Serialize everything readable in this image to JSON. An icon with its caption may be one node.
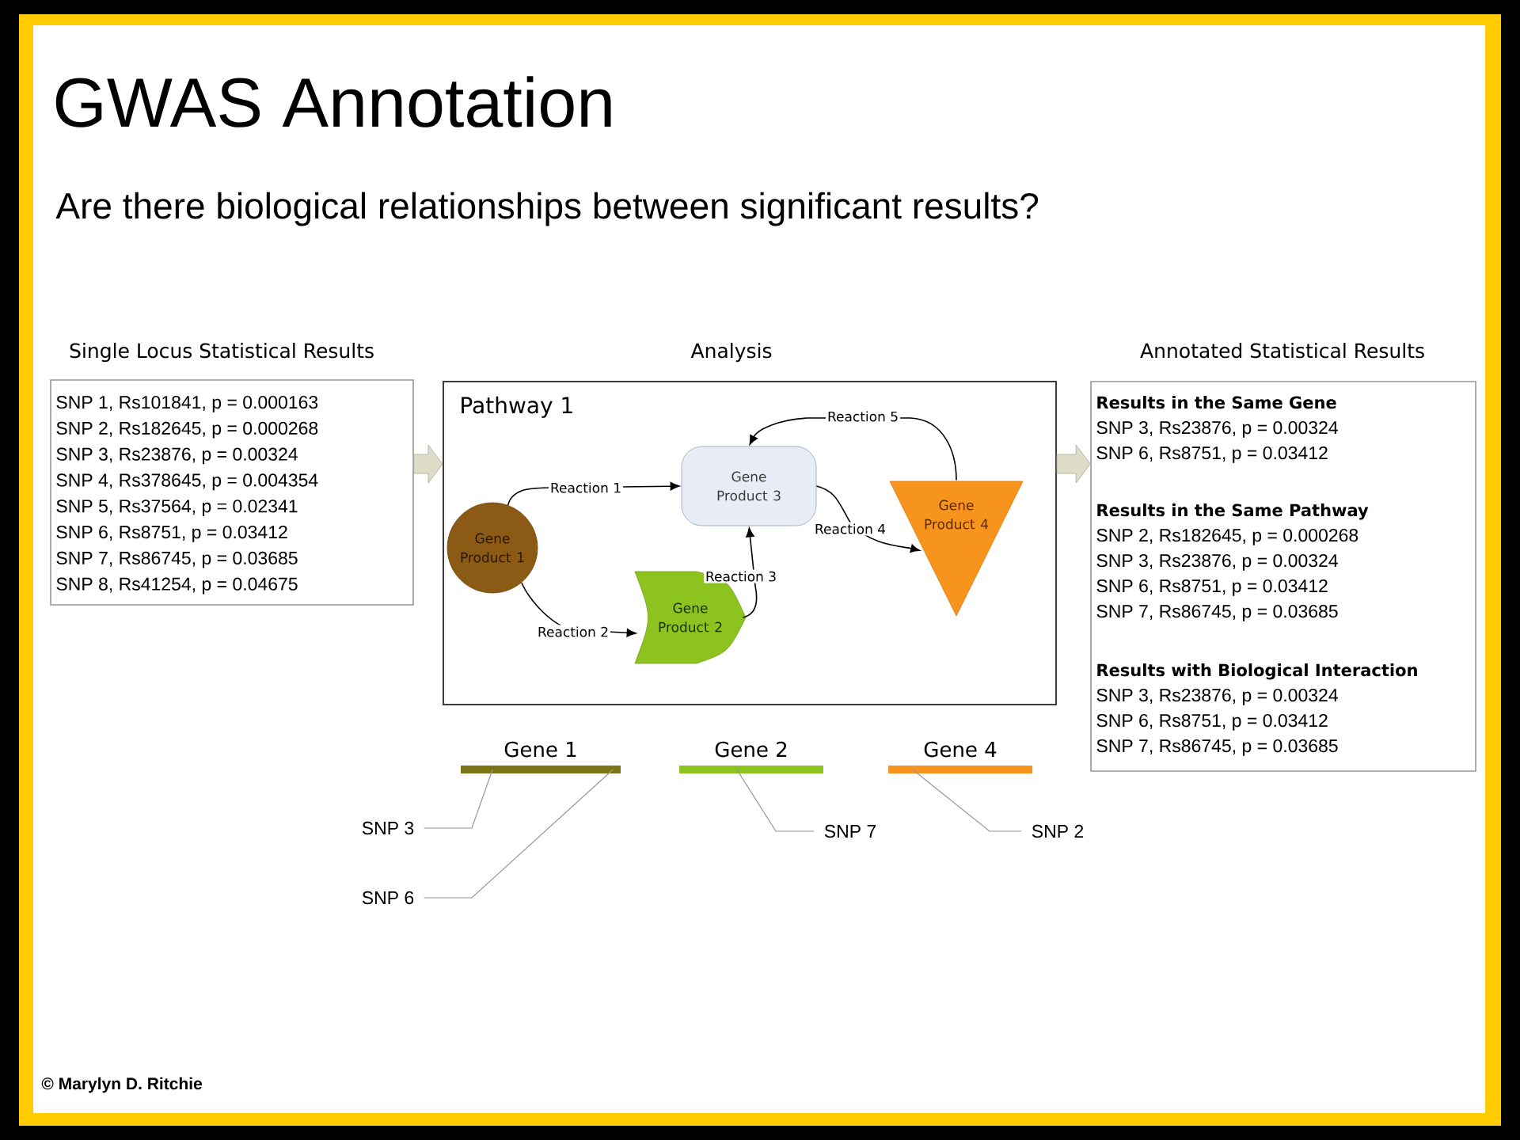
{
  "diagram": {
    "title": "GWAS Annotation",
    "nodes": [
      {
        "text": [
          "Single Locus Statistical Results",
          "SNP 1, Rs101841, p = 0.000163",
          "SNP 2, Rs182645, p = 0.000268",
          "SNP 3, Rs23876,   p = 0.00324",
          "SNP 4, Rs378645, p = 0.004354",
          "SNP 5, Rs37564,   p = 0.02341",
          "SNP 6, Rs8751,     p = 0.03412",
          "SNP 7, Rs86745,   p =  0.03685",
          "SNP 8, Rs41254,   p = 0.04675"
        ]
      },
      {
        "text": [
          "Analysis",
          "Pathway 1"
        ]
      },
      {
        "text": [
          "Gene Product 1"
        ],
        "in": 1
      },
      {
        "text": [
          "Gene Product 2"
        ],
        "in": 1
      },
      {
        "text": [
          "Gene Product 3"
        ],
        "in": 1
      },
      {
        "text": [
          "Gene Product 4"
        ],
        "in": 1
      },
      {
        "text": [
          "Annotated Statistical Results",
          "Results in the Same Gene",
          "SNP 3, Rs23876,   p = 0.00324",
          "SNP 6, Rs8751,     p = 0.03412",
          "Results in the Same Pathway",
          "SNP 2, Rs182645, p = 0.000268",
          "SNP 3, Rs23876,   p = 0.00324",
          "SNP 6, Rs8751,     p = 0.03412",
          "SNP 7, Rs86745,   p =  0.03685",
          "Results with Biological Interaction",
          "SNP 3, Rs23876,   p = 0.00324",
          "SNP 6, Rs8751,     p = 0.03412",
          "SNP 7, Rs86745,   p =  0.03685"
        ]
      },
      {
        "text": [
          "Gene 1"
        ]
      },
      {
        "text": [
          "Gene 2"
        ]
      },
      {
        "text": [
          "Gene 4"
        ]
      },
      {
        "text": [
          "SNP 3"
        ]
      },
      {
        "text": [
          "SNP 6"
        ]
      },
      {
        "text": [
          "SNP 7"
        ]
      },
      {
        "text": [
          "SNP 2"
        ]
      }
    ],
    "edges": [
      {
        "from": 0,
        "to": 1,
        "arrow": "to"
      },
      {
        "from": 1,
        "to": 6,
        "arrow": "to"
      },
      {
        "from": 2,
        "to": 4,
        "arrow": "to",
        "label": "Reaction 1"
      },
      {
        "from": 2,
        "to": 3,
        "arrow": "to",
        "label": "Reaction 2"
      },
      {
        "from": 3,
        "to": 4,
        "arrow": "to",
        "label": "Reaction 3"
      },
      {
        "from": 4,
        "to": 5,
        "arrow": "to",
        "label": "Reaction 4"
      },
      {
        "from": 5,
        "to": 4,
        "arrow": "to",
        "label": "Reaction 5"
      },
      {
        "from": 10,
        "to": 7,
        "arrow": "none",
        "color": "#969696"
      },
      {
        "from": 11,
        "to": 7,
        "arrow": "none",
        "color": "#969696"
      },
      {
        "from": 12,
        "to": 8,
        "arrow": "none",
        "color": "#969696"
      },
      {
        "from": 13,
        "to": 9,
        "arrow": "none",
        "color": "#969696"
      }
    ],
    "labels": [
      "Are there biological relationships between significant results?",
      "© Marylyn D. Ritchie"
    ]
  }
}
